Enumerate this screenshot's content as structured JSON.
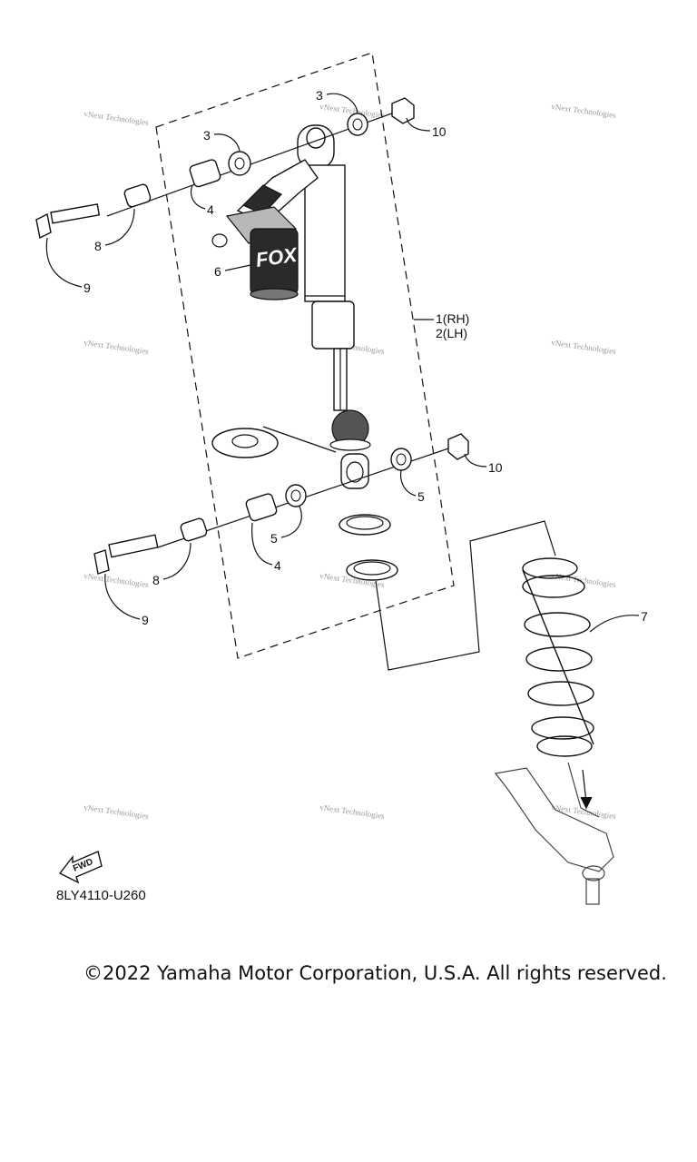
{
  "diagram": {
    "callouts": {
      "p1": "1(RH)",
      "p2": "2(LH)",
      "p3a": "3",
      "p3b": "3",
      "p4a": "4",
      "p4b": "4",
      "p5a": "5",
      "p5b": "5",
      "p6": "6",
      "p7": "7",
      "p8a": "8",
      "p8b": "8",
      "p9a": "9",
      "p9b": "9",
      "p10a": "10",
      "p10b": "10"
    },
    "fwd_label": "FWD",
    "brand_mark": "FOX",
    "watermark": "vNext Technologies",
    "code": "8LY4110-U260"
  },
  "footer": {
    "copyright": "©2022 Yamaha Motor Corporation, U.S.A. All rights reserved."
  }
}
